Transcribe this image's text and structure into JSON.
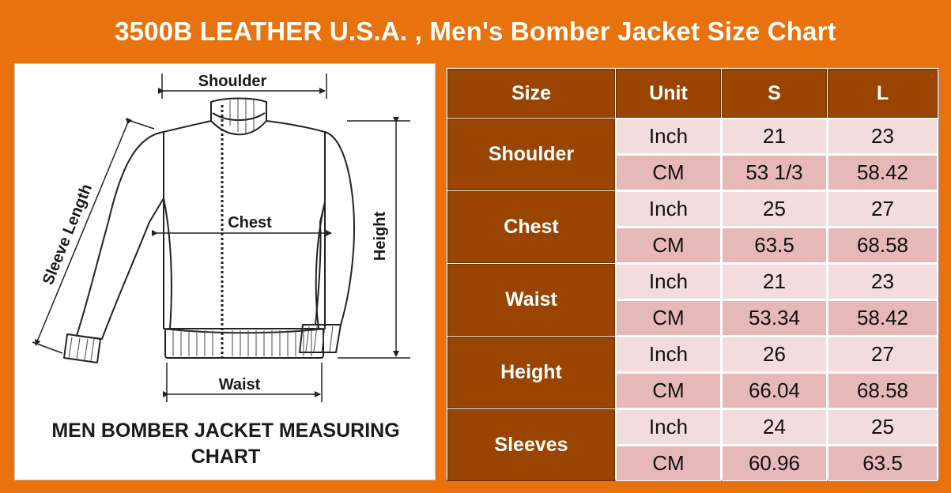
{
  "title": "3500B LEATHER U.S.A. , Men's Bomber Jacket Size Chart",
  "diagram": {
    "labels": {
      "shoulder": "Shoulder",
      "chest": "Chest",
      "waist": "Waist",
      "height": "Height",
      "sleeve_length": "Sleeve Length"
    },
    "caption_line1": "MEN BOMBER JACKET MEASURING",
    "caption_line2": "CHART"
  },
  "table": {
    "headers": [
      "Size",
      "Unit",
      "S",
      "L"
    ],
    "rows": [
      {
        "measure": "Shoulder",
        "inch": [
          "Inch",
          "21",
          "23"
        ],
        "cm": [
          "CM",
          "53 1/3",
          "58.42"
        ]
      },
      {
        "measure": "Chest",
        "inch": [
          "Inch",
          "25",
          "27"
        ],
        "cm": [
          "CM",
          "63.5",
          "68.58"
        ]
      },
      {
        "measure": "Waist",
        "inch": [
          "Inch",
          "21",
          "23"
        ],
        "cm": [
          "CM",
          "53.34",
          "58.42"
        ]
      },
      {
        "measure": "Height",
        "inch": [
          "Inch",
          "26",
          "27"
        ],
        "cm": [
          "CM",
          "66.04",
          "68.58"
        ]
      },
      {
        "measure": "Sleeves",
        "inch": [
          "Inch",
          "24",
          "25"
        ],
        "cm": [
          "CM",
          "60.96",
          "63.5"
        ]
      }
    ]
  },
  "colors": {
    "background": "#e8720c",
    "header_cell": "#994400",
    "inch_row": "#f2dcdc",
    "cm_row": "#e6b8b8"
  }
}
